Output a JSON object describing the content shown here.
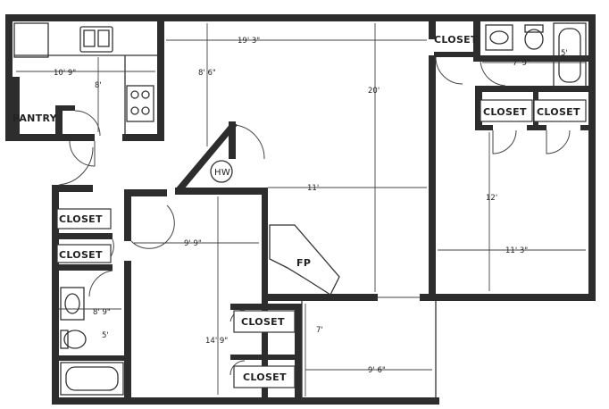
{
  "labels": {
    "closet_top_bath": "CLOSET",
    "closet_bed1_left": "CLOSET",
    "closet_bed1_right": "CLOSET",
    "closet_hall_1": "CLOSET",
    "closet_hall_2": "CLOSET",
    "closet_bed2_1": "CLOSET",
    "closet_bed2_2": "CLOSET",
    "pantry": "PANTRY",
    "water_heater": "HW",
    "fireplace": "FP"
  },
  "dimensions": {
    "living_width": "19' 3\"",
    "living_depth": "20'",
    "dining_depth": "8' 6\"",
    "kitchen_width": "10' 9\"",
    "kitchen_depth": "8'",
    "bath_top_width": "7' 9\"",
    "bath_top_depth": "5'",
    "bedroom1_depth": "12'",
    "bedroom1_width": "11' 3\"",
    "living_mid": "11'",
    "bedroom2_width": "9' 9\"",
    "bedroom2_depth": "14' 9\"",
    "bath_left_width": "8' 9\"",
    "bath_left_depth": "5'",
    "patio_depth": "7'",
    "patio_width": "9' 6\""
  }
}
